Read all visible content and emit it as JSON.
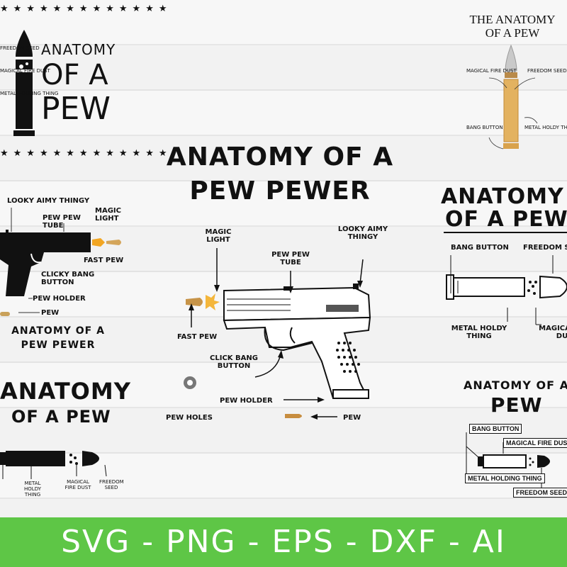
{
  "design_a": {
    "title_lines": [
      "ANATOMY",
      "OF A",
      "PEW"
    ],
    "labels": [
      "FREEDOM SEED",
      "MAGICAL FIRE DUST",
      "METAL HOLDING THING"
    ],
    "stars": "★★★★★★★★★★★★★"
  },
  "design_b": {
    "title_lines": [
      "THE ANATOMY",
      "OF A PEW"
    ],
    "labels": {
      "magical_fire_dust": "MAGICAL FIRE DUST",
      "freedom_seed": "FREEDOM SEED",
      "bang_button": "BANG BUTTON",
      "metal_holdy_thing": "METAL HOLDY THING"
    }
  },
  "design_c": {
    "title_lines": [
      "ANATOMY OF A",
      "PEW PEWER"
    ],
    "labels": {
      "looky_aimy_thingy": "LOOKY AIMY THINGY",
      "pew_pew_tube": "PEW PEW TUBE",
      "magic_light": "MAGIC LIGHT",
      "fast_pew": "FAST PEW",
      "clicky_bang_button": "CLICKY BANG BUTTON",
      "pew_holder": "PEW HOLDER",
      "pew": "PEW"
    }
  },
  "design_main": {
    "title_lines": [
      "ANATOMY OF A",
      "PEW PEWER"
    ],
    "labels": {
      "magic_light": "MAGIC LIGHT",
      "pew_pew_tube": "PEW PEW TUBE",
      "looky_aimy_thingy": "LOOKY AIMY THINGY",
      "fast_pew": "FAST PEW",
      "click_bang_button": "CLICK BANG BUTTON",
      "pew_holder": "PEW HOLDER",
      "pew_holes": "PEW HOLES",
      "pew": "PEW"
    }
  },
  "design_d": {
    "title_lines": [
      "ANATOMY",
      "OF A PEW"
    ],
    "labels": {
      "bang_button": "BANG BUTTON",
      "freedom_seed": "FREEDOM SEED",
      "metal_holdy_thing": "METAL HOLDY THING",
      "magical_fire_dust": "MAGICAL FIRE DUST"
    }
  },
  "design_e": {
    "title_lines": [
      "ANATOMY",
      "OF A PEW"
    ],
    "labels": {
      "metal_holdy_thing": "METAL HOLDY THING",
      "magical_fire_dust": "MAGICAL FIRE DUST",
      "freedom_seed": "FREEDOM SEED"
    }
  },
  "design_f": {
    "title_lines": [
      "ANATOMY OF A",
      "PEW"
    ],
    "labels": {
      "bang_button": "BANG BUTTON",
      "magical_fire_dust": "MAGICAL FIRE DUST",
      "metal_holding_thing": "METAL HOLDING THING",
      "freedom_seed": "FREEDOM SEED"
    }
  },
  "footer": {
    "formats": "SVG - PNG - EPS - DXF - AI",
    "color": "#5ec646"
  }
}
